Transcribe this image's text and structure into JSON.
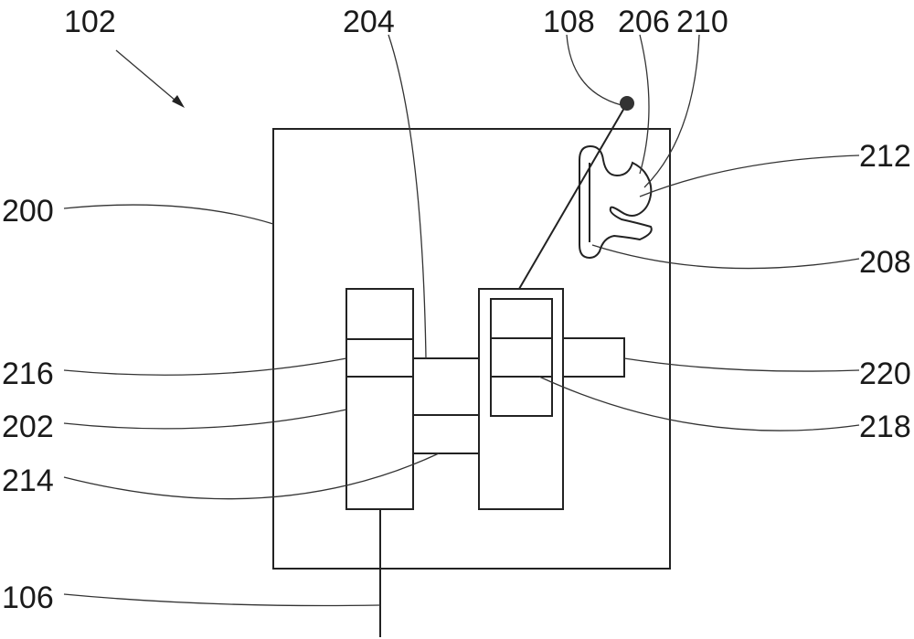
{
  "figure": {
    "labels": {
      "l102": "102",
      "l204": "204",
      "l108": "108",
      "l206": "206",
      "l210": "210",
      "l212": "212",
      "l200": "200",
      "l208": "208",
      "l216": "216",
      "l220": "220",
      "l202": "202",
      "l218": "218",
      "l214": "214",
      "l106": "106"
    }
  }
}
